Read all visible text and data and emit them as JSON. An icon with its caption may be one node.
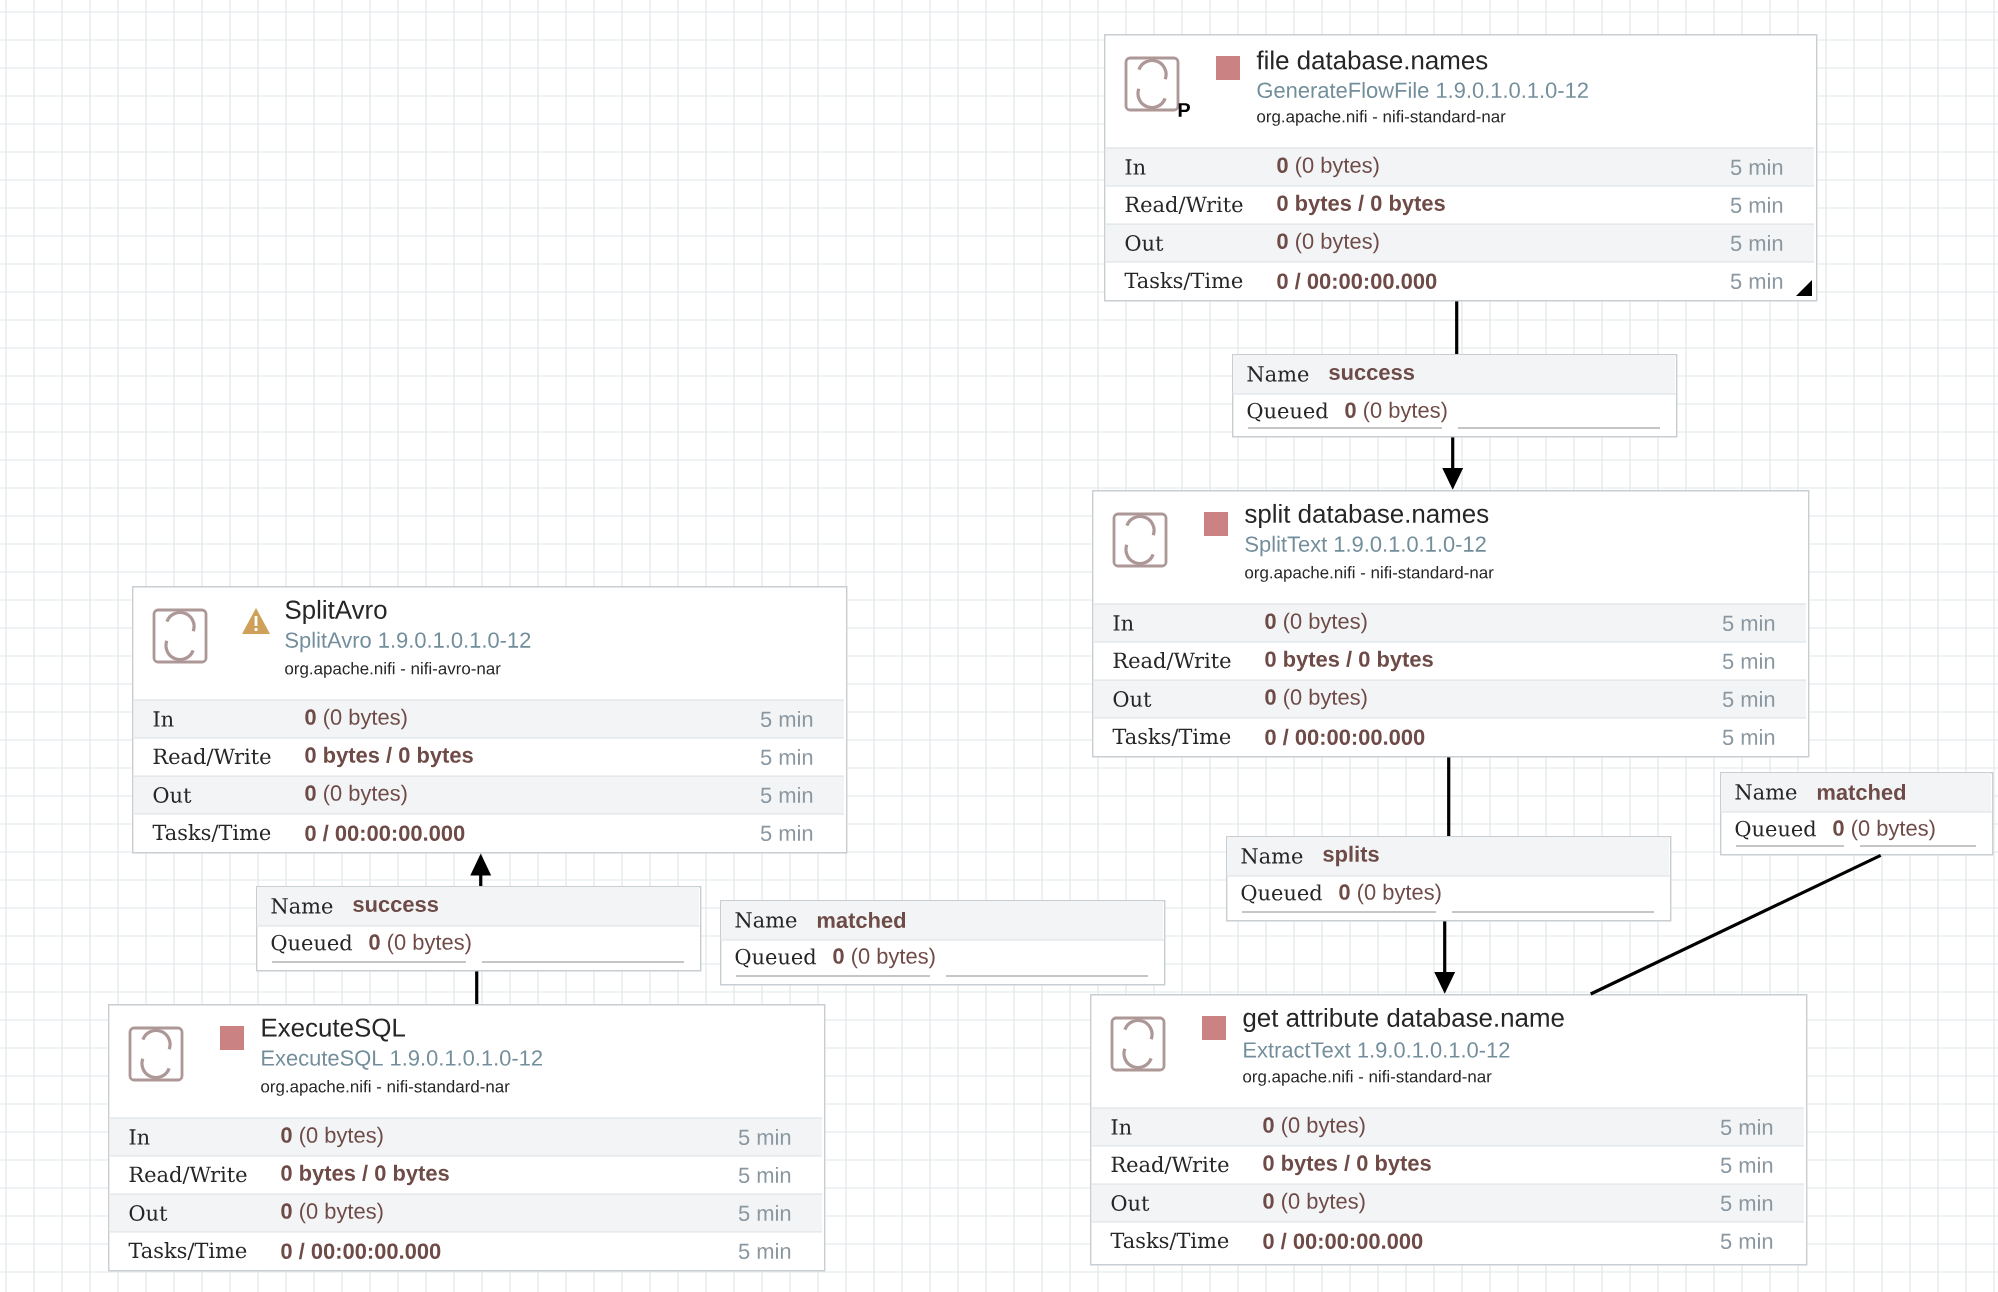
{
  "diagram": {
    "nodes": [
      {
        "text": [
          "file database.names",
          "GenerateFlowFile 1.9.0.1.0.1.0-12",
          "org.apache.nifi - nifi-standard-nar",
          "In",
          "**0** (0 bytes)",
          "5 min",
          "Read/Write",
          "0 bytes / 0 bytes",
          "5 min",
          "Out",
          "**0** (0 bytes)",
          "5 min",
          "Tasks/Time",
          "0 / 00:00:00.000",
          "5 min"
        ]
      },
      {
        "text": [
          "Name",
          "success",
          "Queued",
          "**0** (0 bytes)"
        ]
      },
      {
        "text": [
          "split database.names",
          "SplitText 1.9.0.1.0.1.0-12",
          "org.apache.nifi - nifi-standard-nar",
          "In",
          "**0** (0 bytes)",
          "5 min",
          "Read/Write",
          "0 bytes / 0 bytes",
          "5 min",
          "Out",
          "**0** (0 bytes)",
          "5 min",
          "Tasks/Time",
          "0 / 00:00:00.000",
          "5 min"
        ]
      },
      {
        "text": [
          "SplitAvro",
          "SplitAvro 1.9.0.1.0.1.0-12",
          "org.apache.nifi - nifi-avro-nar",
          "In",
          "**0** (0 bytes)",
          "5 min",
          "Read/Write",
          "0 bytes / 0 bytes",
          "5 min",
          "Out",
          "**0** (0 bytes)",
          "5 min",
          "Tasks/Time",
          "0 / 00:00:00.000",
          "5 min"
        ]
      },
      {
        "text": [
          "Name",
          "matched",
          "Queued",
          "**0** (0 bytes)"
        ]
      },
      {
        "text": [
          "Name",
          "splits",
          "Queued",
          "**0** (0 bytes)"
        ]
      },
      {
        "text": [
          "Name",
          "success",
          "Queued",
          "**0** (0 bytes)"
        ]
      },
      {
        "text": [
          "Name",
          "matched",
          "Queued",
          "**0** (0 bytes)"
        ]
      },
      {
        "text": [
          "get attribute database.name",
          "ExtractText 1.9.0.1.0.1.0-12",
          "org.apache.nifi - nifi-standard-nar",
          "In",
          "**0** (0 bytes)",
          "5 min",
          "Read/Write",
          "0 bytes / 0 bytes",
          "5 min",
          "Out",
          "**0** (0 bytes)",
          "5 min",
          "Tasks/Time",
          "0 / 00:00:00.000",
          "5 min"
        ]
      },
      {
        "text": [
          "ExecuteSQL",
          "ExecuteSQL 1.9.0.1.0.1.0-12",
          "org.apache.nifi - nifi-standard-nar",
          "In",
          "**0** (0 bytes)",
          "5 min",
          "Read/Write",
          "0 bytes / 0 bytes",
          "5 min",
          "Out",
          "**0** (0 bytes)",
          "5 min",
          "Tasks/Time",
          "0 / 00:00:00.000",
          "5 min"
        ]
      }
    ],
    "edges": [
      {
        "from": 0,
        "to": 1,
        "arrow": "none"
      },
      {
        "from": 1,
        "to": 2,
        "arrow": "to"
      },
      {
        "from": 2,
        "to": 5,
        "arrow": "none"
      },
      {
        "from": 5,
        "to": 8,
        "arrow": "to"
      },
      {
        "from": 8,
        "to": 4,
        "arrow": "none"
      },
      {
        "from": 9,
        "to": 6,
        "arrow": "none"
      },
      {
        "from": 6,
        "to": 3,
        "arrow": "to"
      }
    ],
    "labels": [
      "P"
    ]
  }
}
